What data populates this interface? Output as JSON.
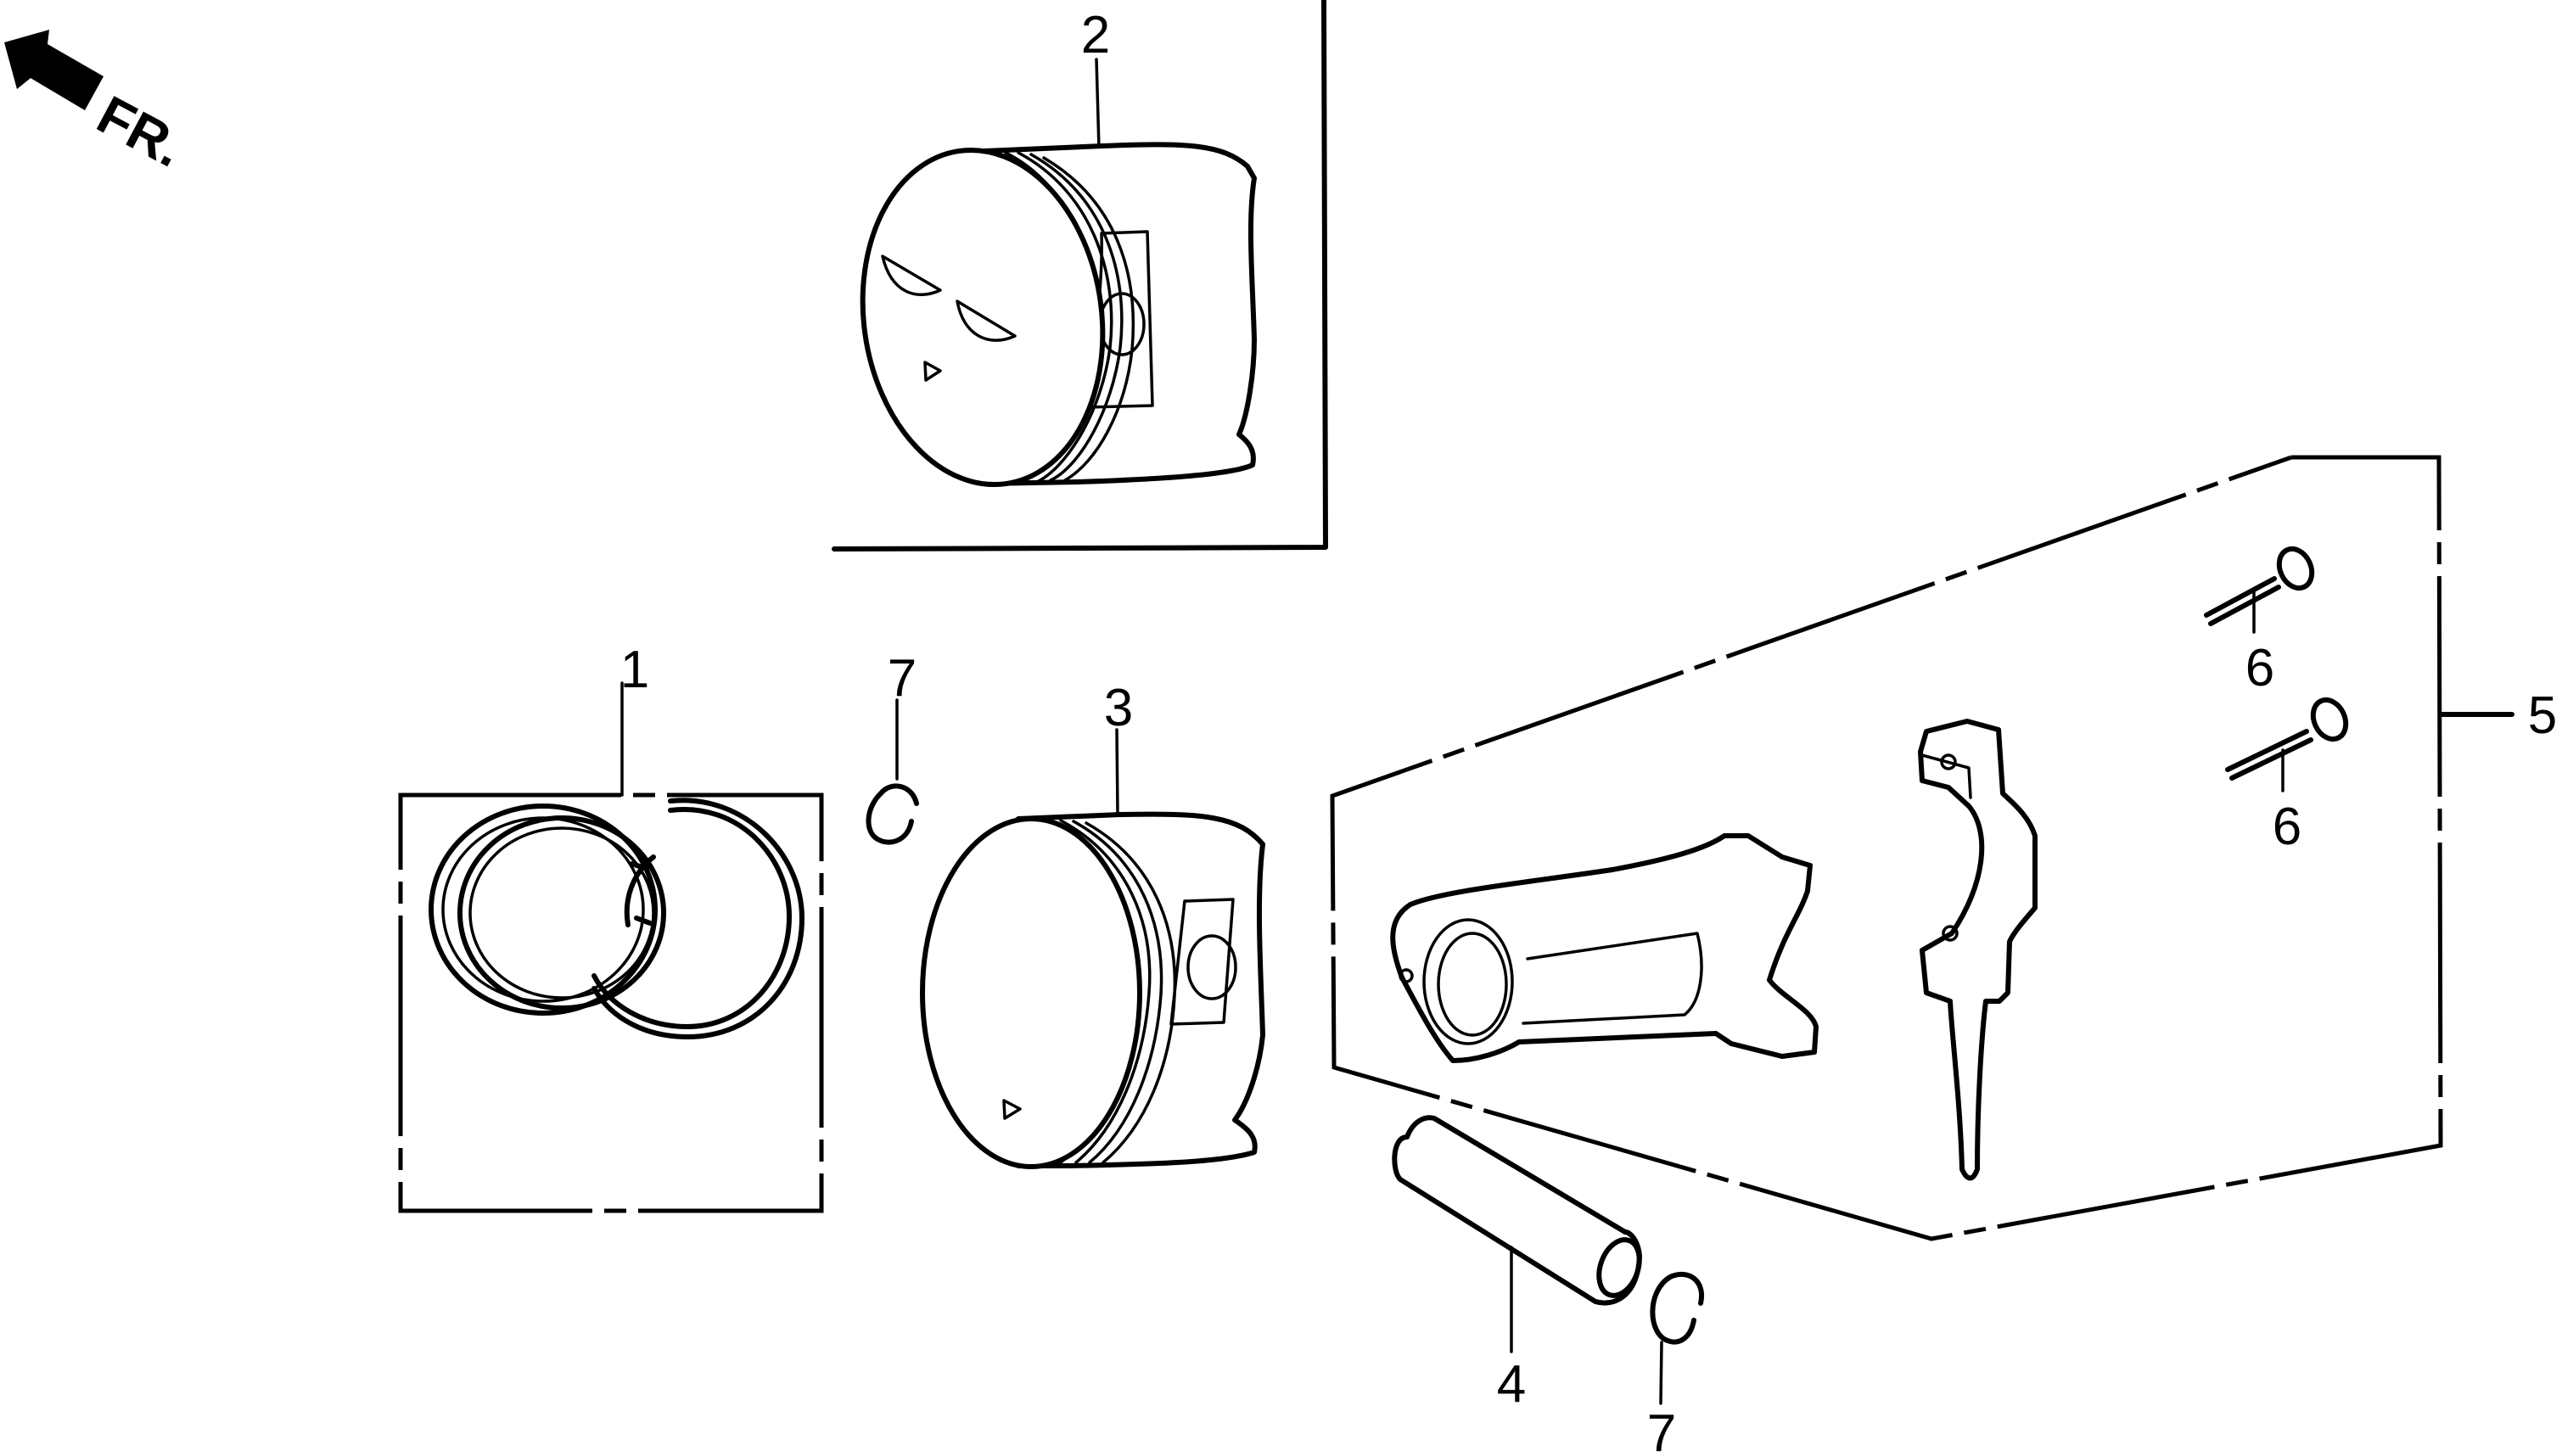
{
  "diagram": {
    "type": "exploded-parts-diagram",
    "direction_indicator": {
      "label": "FR.",
      "icon": "arrow-up-left-icon"
    },
    "callouts": [
      {
        "id": "ring-set",
        "number": "1"
      },
      {
        "id": "piston-oversize",
        "number": "2"
      },
      {
        "id": "piston",
        "number": "3"
      },
      {
        "id": "piston-pin",
        "number": "4"
      },
      {
        "id": "connecting-rod-assembly",
        "number": "5"
      },
      {
        "id": "rod-bolt-upper",
        "number": "6"
      },
      {
        "id": "rod-bolt-lower",
        "number": "6"
      },
      {
        "id": "pin-clip-left",
        "number": "7"
      },
      {
        "id": "pin-clip-right",
        "number": "7"
      }
    ]
  },
  "colors": {
    "ink": "#000000",
    "paper": "#ffffff"
  }
}
